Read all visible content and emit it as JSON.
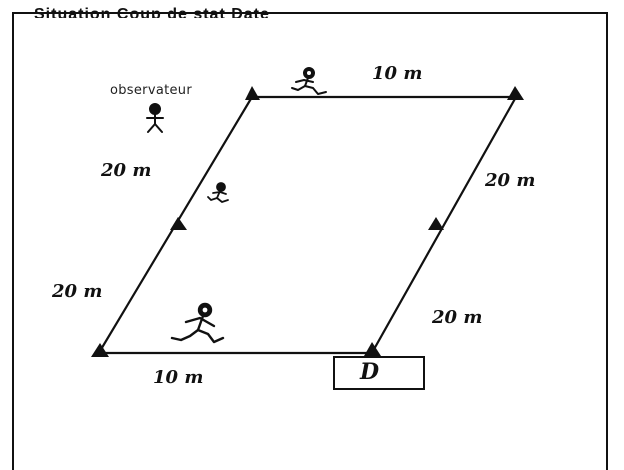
{
  "header_fragment": "Situation            Coup de stat                  Date",
  "labels": {
    "observer": "observateur",
    "top_edge": "10 m",
    "bottom_edge": "10 m",
    "left_upper": "20 m",
    "left_lower": "20 m",
    "right_upper": "20 m",
    "right_lower": "20 m",
    "depart": "D"
  },
  "colors": {
    "ink": "#111111",
    "background": "#ffffff"
  },
  "icons": [
    "observer-figure-icon",
    "runner-icon",
    "cone-icon"
  ]
}
